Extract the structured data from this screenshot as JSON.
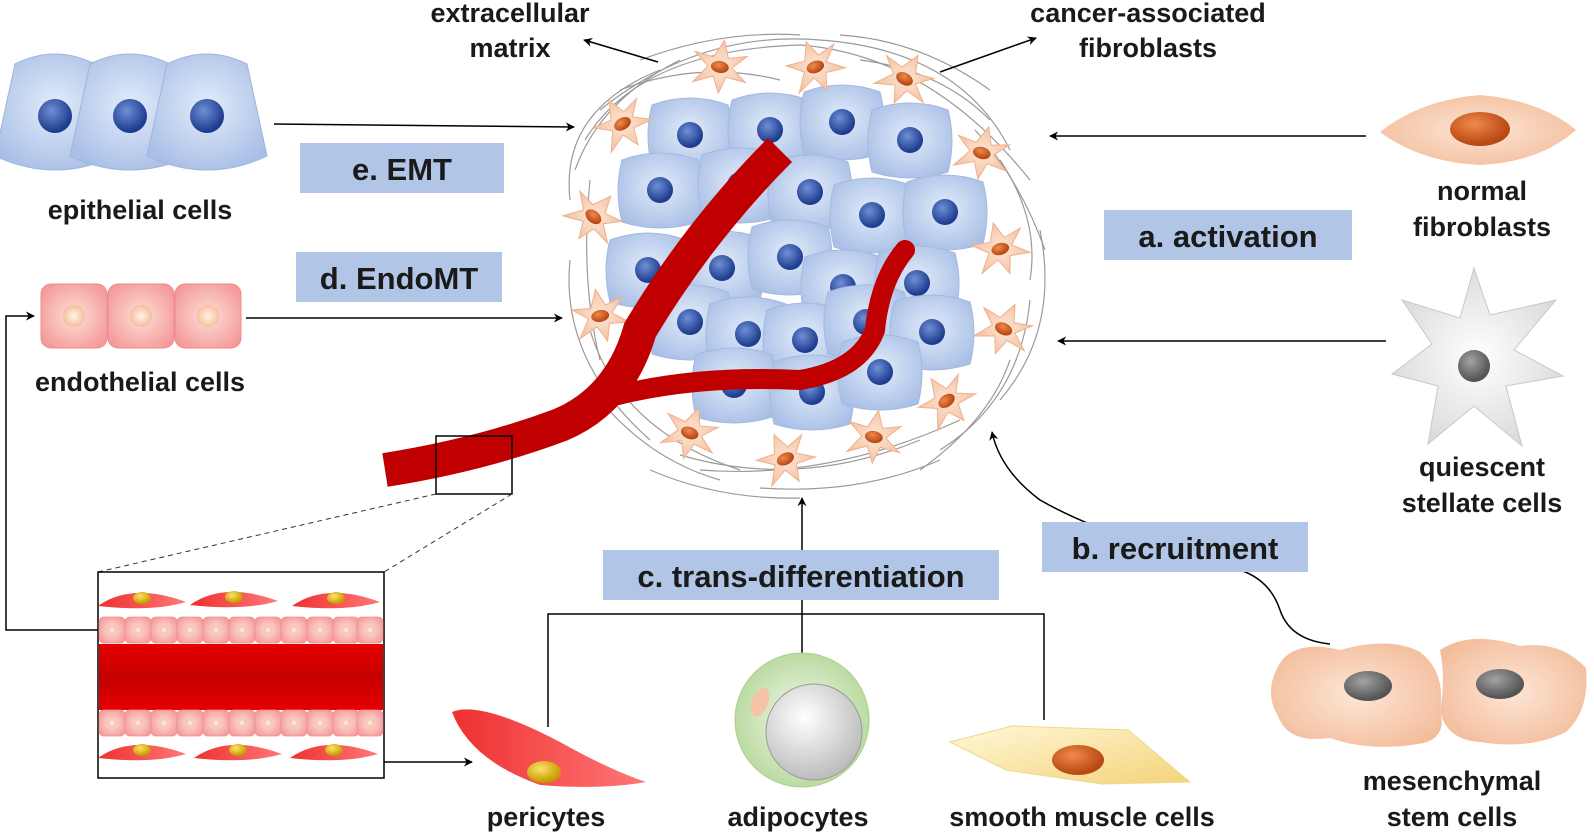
{
  "cells": {
    "extracellular_matrix": [
      "extracellular",
      "matrix"
    ],
    "cancer_associated_fibroblasts": [
      "cancer-associated",
      "fibroblasts"
    ],
    "epithelial_cells": "epithelial cells",
    "endothelial_cells": "endothelial cells",
    "normal_fibroblasts": [
      "normal",
      "fibroblasts"
    ],
    "quiescent_stellate_cells": [
      "quiescent",
      "stellate cells"
    ],
    "mesenchymal_stem_cells": [
      "mesenchymal",
      "stem cells"
    ],
    "pericytes": "pericytes",
    "adipocytes": "adipocytes",
    "smooth_muscle_cells": "smooth muscle cells"
  },
  "processes": {
    "emt": "e. EMT",
    "endomt": "d. EndoMT",
    "activation": "a. activation",
    "recruitment": "b. recruitment",
    "trans_differentiation": "c. trans-differentiation"
  },
  "colors": {
    "tumor_cell": "#b3c8ea",
    "tumor_nucleus": "#2e4fa0",
    "fibroblast": "#f6c9ad",
    "fibroblast_nucleus": "#d9622b",
    "vessel": "#c00000",
    "endothelial": "#f7a9a9",
    "process_box": "#b1c6e6"
  }
}
